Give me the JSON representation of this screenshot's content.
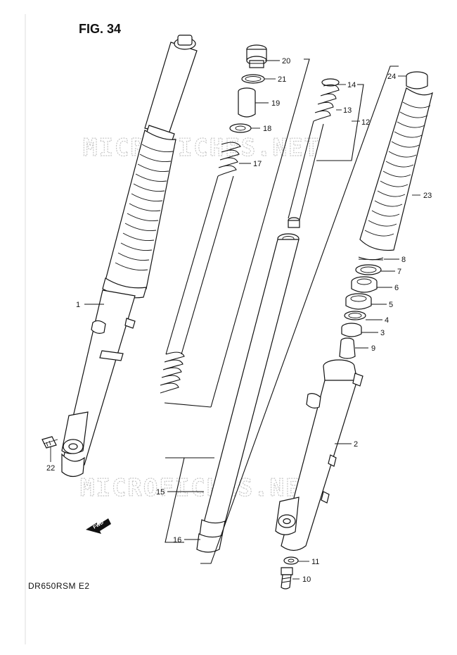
{
  "figure": {
    "title": "FIG. 34",
    "model": "DR650RSM E2"
  },
  "watermark": "MICROFICHES.NET",
  "direction_label": "FWD",
  "parts": [
    {
      "ref": "1"
    },
    {
      "ref": "2"
    },
    {
      "ref": "3"
    },
    {
      "ref": "4"
    },
    {
      "ref": "5"
    },
    {
      "ref": "6"
    },
    {
      "ref": "7"
    },
    {
      "ref": "8"
    },
    {
      "ref": "9"
    },
    {
      "ref": "10"
    },
    {
      "ref": "11"
    },
    {
      "ref": "12"
    },
    {
      "ref": "13"
    },
    {
      "ref": "14"
    },
    {
      "ref": "15"
    },
    {
      "ref": "16"
    },
    {
      "ref": "17"
    },
    {
      "ref": "18"
    },
    {
      "ref": "19"
    },
    {
      "ref": "20"
    },
    {
      "ref": "21"
    },
    {
      "ref": "22"
    },
    {
      "ref": "23"
    },
    {
      "ref": "24"
    }
  ]
}
